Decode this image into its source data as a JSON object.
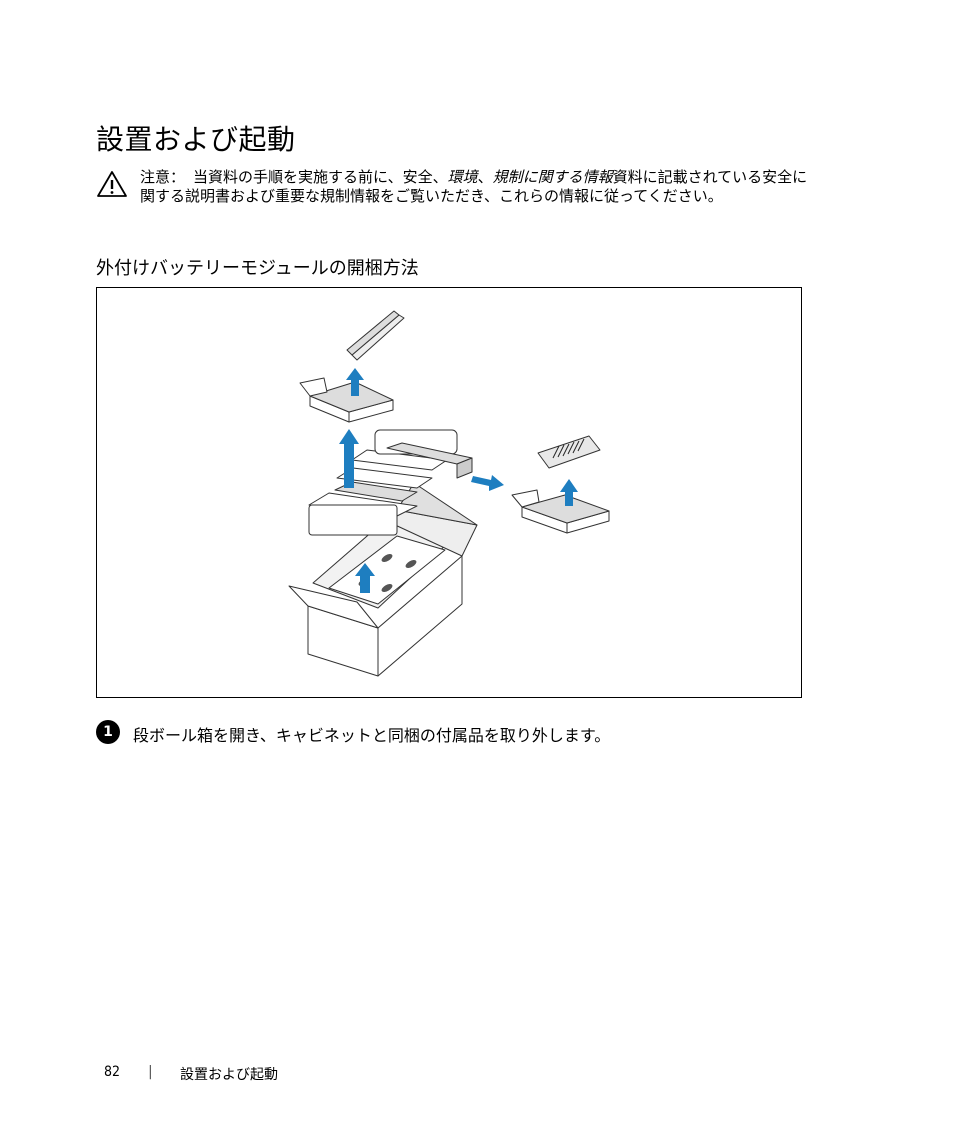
{
  "page": {
    "title": "設置および起動",
    "caution": {
      "label": "注意：",
      "text_1": "当資料の手順を実施する前に、安全、",
      "italic_1": "環境",
      "text_2": "、",
      "italic_2": "規制に関する情報",
      "text_3": "資料に記載されている安全に関する説明書および重要な規制情報をご覧いただき、これらの情報に従ってください。"
    },
    "section_heading": "外付けバッテリーモジュールの開梱方法",
    "step": {
      "number": "1",
      "text": "段ボール箱を開き、キャビネットと同梱の付属品を取り外します。"
    },
    "footer": {
      "page_number": "82",
      "separator": "|",
      "section": "設置および起動"
    }
  },
  "colors": {
    "arrow": "#1e7ec0",
    "outline": "#333333",
    "panel_gray": "#d9d9d9"
  },
  "icons": {
    "caution": "warning-triangle-icon"
  }
}
